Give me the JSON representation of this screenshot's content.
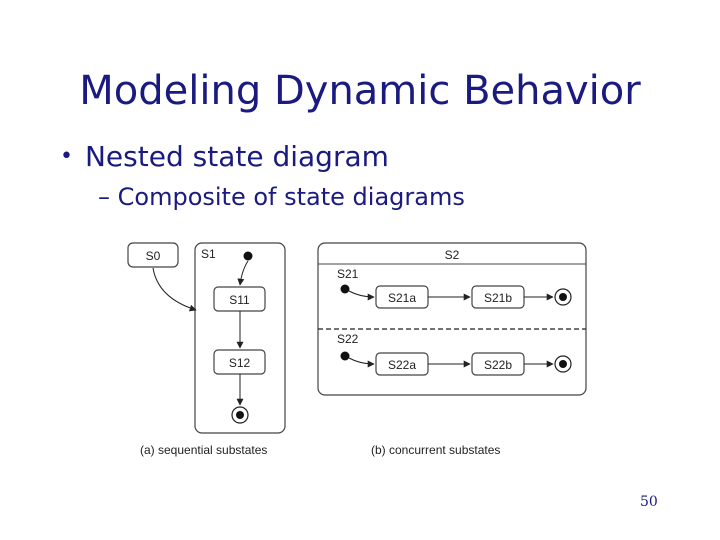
{
  "slide": {
    "title": "Modeling Dynamic Behavior",
    "bullet": "Nested state diagram",
    "sub_bullet": "Composite of state diagrams",
    "dash": "–",
    "bullet_mark": "•",
    "page_number": "50"
  },
  "diagram": {
    "sequential": {
      "outer_state": "S0",
      "composite": "S1",
      "states": [
        "S11",
        "S12"
      ],
      "caption": "(a) sequential substates"
    },
    "concurrent": {
      "composite": "S2",
      "regions": [
        {
          "name": "S21",
          "states": [
            "S21a",
            "S21b"
          ]
        },
        {
          "name": "S22",
          "states": [
            "S22a",
            "S22b"
          ]
        }
      ],
      "caption": "(b) concurrent substates"
    }
  }
}
